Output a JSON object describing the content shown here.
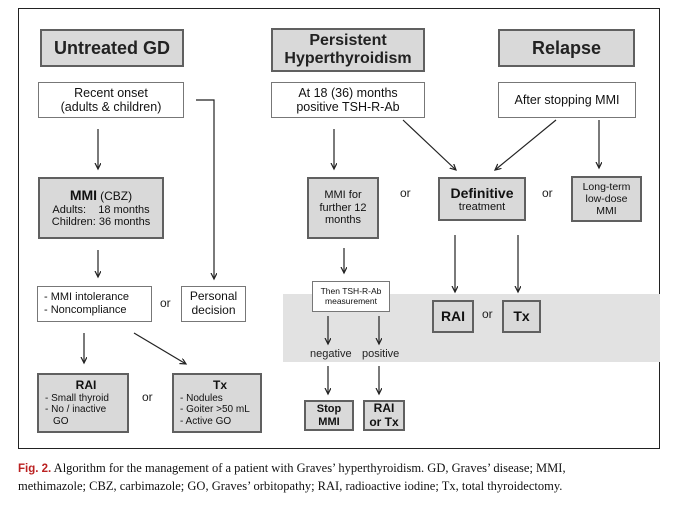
{
  "headers": {
    "untreated": "Untreated GD",
    "persistent_line1": "Persistent",
    "persistent_line2": "Hyperthyroidism",
    "relapse": "Relapse"
  },
  "untreated_branch": {
    "recent_onset_line1": "Recent onset",
    "recent_onset_line2": "(adults & children)",
    "mmi_title": "MMI",
    "mmi_sub": "(CBZ)",
    "adults_label": "Adults:",
    "adults_value": "18 months",
    "children_label": "Children:",
    "children_value": "36 months",
    "intolerance": "- MMI intolerance",
    "noncompliance": "- Noncompliance",
    "or1": "or",
    "personal_line1": "Personal",
    "personal_line2": "decision",
    "rai_title": "RAI",
    "rai_item1": "-   Small thyroid",
    "rai_item2": "-   No / inactive",
    "rai_item3": "GO",
    "or2": "or",
    "tx_title": "Tx",
    "tx_item1": "-   Nodules",
    "tx_item2": "-   Goiter >50 mL",
    "tx_item3": "-   Active GO"
  },
  "persistent_branch": {
    "at18_line1": "At 18 (36) months",
    "at18_line2": "positive TSH-R-Ab",
    "mmi_further_line1": "MMI for",
    "mmi_further_line2": "further 12",
    "mmi_further_line3": "months",
    "measure_line1": "Then TSH-R-Ab",
    "measure_line2": "measurement",
    "negative": "negative",
    "positive": "positive",
    "stop_line1": "Stop",
    "stop_line2": "MMI",
    "rai_tx_line1": "RAI",
    "rai_tx_line2": "or Tx"
  },
  "relapse_branch": {
    "after_stopping": "After stopping MMI",
    "or_a": "or",
    "definitive_title": "Definitive",
    "definitive_sub": "treatment",
    "or_b": "or",
    "longterm_line1": "Long-term",
    "longterm_line2": "low-dose",
    "longterm_line3": "MMI",
    "rai": "RAI",
    "or_c": "or",
    "tx": "Tx"
  },
  "caption": {
    "label": "Fig. 2.",
    "line1": "Algorithm for the management of a patient with Graves’ hyperthyroidism. GD, Graves’ disease; MMI,",
    "line2": "methimazole; CBZ, carbimazole; GO, Graves’ orbitopathy; RAI, radioactive iodine; Tx, total thyroidectomy."
  }
}
